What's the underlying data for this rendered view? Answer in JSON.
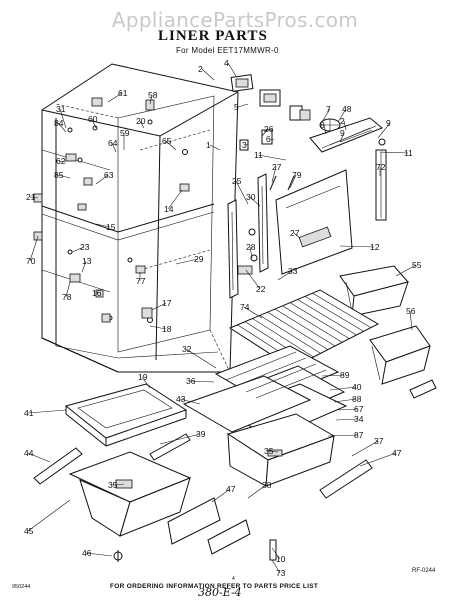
{
  "watermark": "AppliancePartsPros.com",
  "title": "LINER PARTS",
  "subtitle": "For Model EET17MMWR-0",
  "footer": "FOR ORDERING INFORMATION REFER TO PARTS PRICE LIST",
  "corner_code": "RF-0244",
  "doc_number": "950244",
  "page_number": "4",
  "handwritten_note": "380-E-4",
  "callouts": [
    "2",
    "4",
    "3",
    "5",
    "61",
    "58",
    "31",
    "60",
    "20",
    "59",
    "64",
    "84",
    "62",
    "85",
    "63",
    "9",
    "65",
    "1",
    "26",
    "6",
    "11",
    "7",
    "48",
    "2",
    "8",
    "9",
    "11",
    "72",
    "27",
    "79",
    "27",
    "25",
    "30",
    "28",
    "29",
    "14",
    "21",
    "22",
    "23",
    "13",
    "70",
    "78",
    "16",
    "77",
    "17",
    "18",
    "33",
    "55",
    "74",
    "56",
    "32",
    "36",
    "89",
    "40",
    "88",
    "67",
    "34",
    "19",
    "43",
    "41",
    "87",
    "35",
    "37",
    "39",
    "44",
    "47",
    "38",
    "47",
    "45",
    "35",
    "10",
    "73",
    "46",
    "12",
    "15"
  ]
}
